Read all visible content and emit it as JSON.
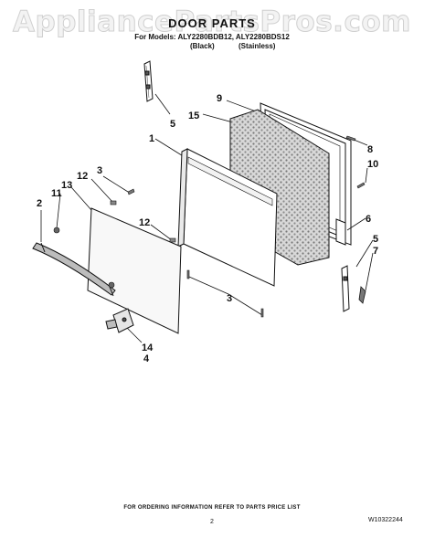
{
  "watermark": "AppliancePartsPros.com",
  "header": {
    "title": "DOOR PARTS",
    "models": "For Models: ALY2280BDB12, ALY2280BDS12",
    "variant_black": "(Black)",
    "variant_stainless": "(Stainless)"
  },
  "callouts": [
    "5",
    "9",
    "15",
    "1",
    "8",
    "10",
    "3",
    "12",
    "13",
    "11",
    "2",
    "12",
    "6",
    "5",
    "7",
    "3",
    "14",
    "4"
  ],
  "footer": {
    "ordering_note": "FOR ORDERING INFORMATION REFER TO PARTS PRICE LIST",
    "page_number": "2",
    "doc_number": "W10322244"
  }
}
